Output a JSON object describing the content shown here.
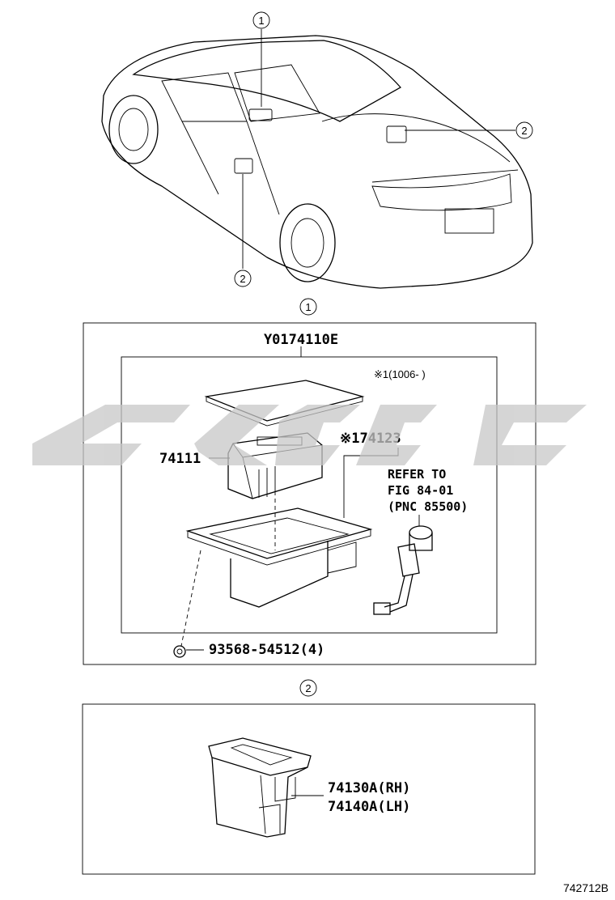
{
  "callouts": {
    "one": "1",
    "two": "2"
  },
  "section1": {
    "kit_code": "Y0174110E",
    "note": "※1(1006-  )",
    "part_lid": "74111",
    "part_tray": "※174123",
    "refer_line1": "REFER TO",
    "refer_line2": "FIG 84-01",
    "refer_line3": "(PNC 85500)",
    "screw": "93568-54512(4)"
  },
  "section2": {
    "part_rh": "74130A(RH)",
    "part_lh": "74140A(LH)"
  },
  "figure_id": "742712B",
  "colors": {
    "line": "#000000",
    "watermark": "#c8c8c8"
  }
}
